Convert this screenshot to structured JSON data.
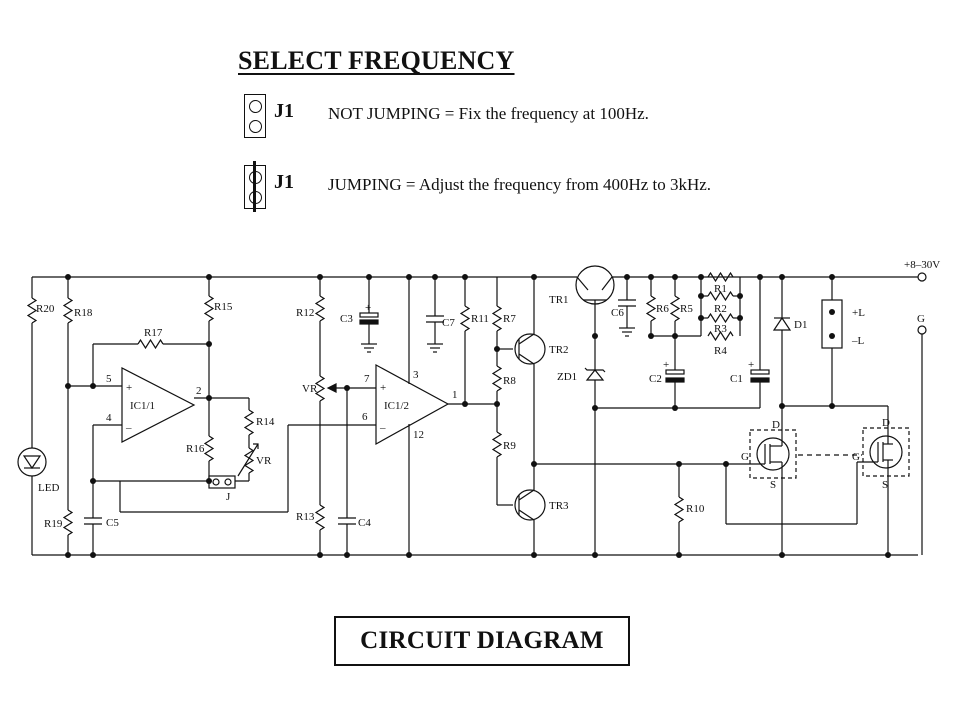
{
  "header": {
    "title": "SELECT FREQUENCY"
  },
  "jumper_rows": [
    {
      "label": "J1",
      "description": "NOT JUMPING = Fix the frequency at 100Hz.",
      "jumped": false
    },
    {
      "label": "J1",
      "description": "JUMPING = Adjust the frequency from 400Hz to 3kHz.",
      "jumped": true
    }
  ],
  "footer": {
    "title": "CIRCUIT DIAGRAM"
  },
  "circuit": {
    "supply": "+8–30V",
    "ground": "G",
    "components": {
      "r20": "R20",
      "r18": "R18",
      "r19": "R19",
      "led": "LED",
      "c5": "C5",
      "r17": "R17",
      "r15": "R15",
      "r16": "R16",
      "r14": "R14",
      "vr_pot": "VR",
      "j": "J",
      "ic1_1": "IC1/1",
      "ic1_2": "IC1/2",
      "r12": "R12",
      "vr": "VR",
      "r13": "R13",
      "c3": "C3",
      "c4": "C4",
      "c7": "C7",
      "r11": "R11",
      "r7": "R7",
      "r8": "R8",
      "r9": "R9",
      "r10": "R10",
      "tr1": "TR1",
      "tr2": "TR2",
      "tr3": "TR3",
      "zd1": "ZD1",
      "c6": "C6",
      "r6": "R6",
      "r5": "R5",
      "c2": "C2",
      "c1": "C1",
      "r1": "R1",
      "r2": "R2",
      "r3": "R3",
      "r4": "R4",
      "d1": "D1",
      "load_pos": "+L",
      "load_neg": "–L",
      "g": "G",
      "d": "D",
      "s": "S"
    },
    "pins": {
      "p5": "5",
      "p4": "4",
      "p2": "2",
      "p7": "7",
      "p6": "6",
      "p3": "3",
      "p1": "1",
      "p12": "12",
      "plus": "+",
      "minus": "–"
    }
  }
}
